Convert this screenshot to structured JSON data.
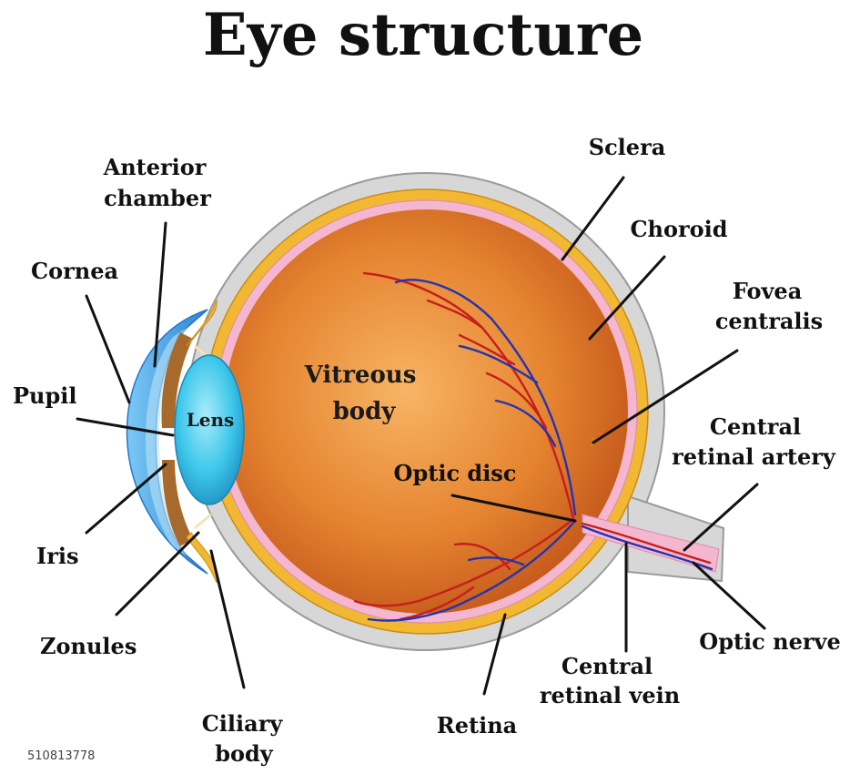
{
  "title": "Eye structure",
  "labels": {
    "anterior_chamber_1": "Anterior",
    "anterior_chamber_2": "chamber",
    "cornea": "Cornea",
    "pupil": "Pupil",
    "iris": "Iris",
    "zonules": "Zonules",
    "ciliary_body_1": "Ciliary",
    "ciliary_body_2": "body",
    "retina": "Retina",
    "central_retinal_vein_1": "Central",
    "central_retinal_vein_2": "retinal vein",
    "optic_nerve": "Optic nerve",
    "central_retinal_artery_1": "Central",
    "central_retinal_artery_2": "retinal artery",
    "fovea_centralis_1": "Fovea",
    "fovea_centralis_2": "centralis",
    "choroid": "Choroid",
    "sclera": "Sclera",
    "optic_disc": "Optic disc",
    "vitreous_body_1": "Vitreous",
    "vitreous_body_2": "body",
    "lens": "Lens"
  },
  "stock_id": "510813778",
  "colors": {
    "sclera": "#d7d7d7",
    "choroid": "#f2b733",
    "retina": "#f4b7cf",
    "vitreous_center": "#f6b061",
    "vitreous_edge": "#c85a17",
    "lens": "#3cc7ea",
    "cornea": "#4aa8e8",
    "iris": "#a86a2c",
    "artery": "#c81d1d",
    "vein": "#2334b0"
  }
}
